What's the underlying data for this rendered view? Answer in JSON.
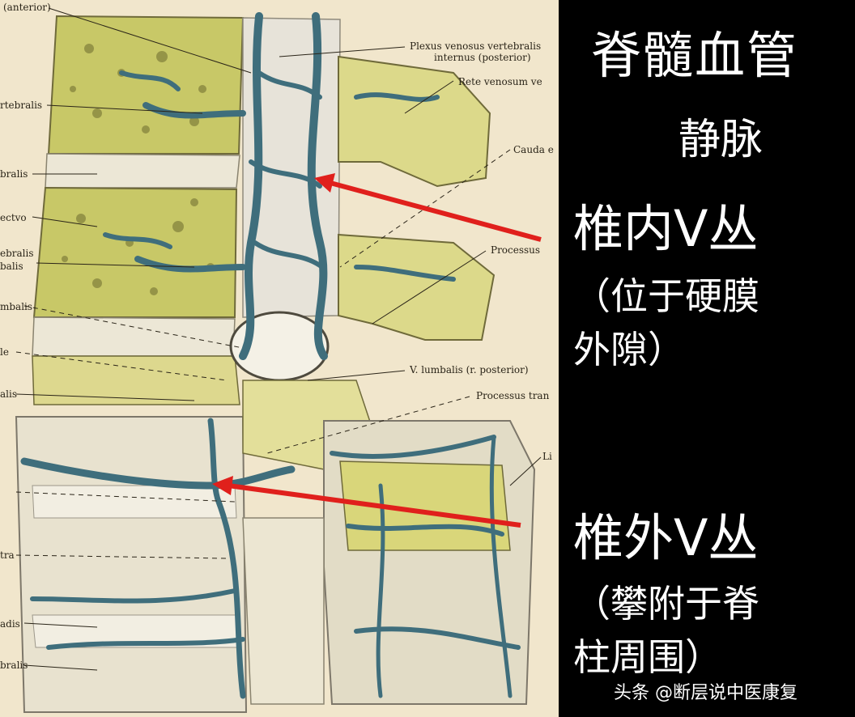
{
  "panel": {
    "title": "脊髓血管",
    "subtitle": "静脉",
    "internal": {
      "heading": "椎内V丛",
      "note_line1": "（位于硬膜",
      "note_line2": "外隙）"
    },
    "external": {
      "heading": "椎外V丛",
      "note_line1": "（攀附于脊",
      "note_line2": "柱周围）"
    }
  },
  "anatomy_labels": {
    "top_left": "(anterior)",
    "vertebralis": "rtebralis",
    "bralis_1": "bralis",
    "ectvo": "ectvo",
    "ebralis": "ebralis",
    "balis": "balis",
    "mbalis": "mbalis",
    "le": "le",
    "alis": "alis",
    "tra": "tra",
    "adis": "adis",
    "bralis_2": "bralis",
    "plexus_line1": "Plexus venosus vertebralis",
    "plexus_line2": "internus (posterior)",
    "rete": "Rete venosum ve",
    "cauda": "Cauda e",
    "processus": "Processus",
    "v_lumbalis": "V. lumbalis (r. posterior)",
    "processus_tran": "Processus tran",
    "li": "Li"
  },
  "watermark": "头条 @断层说中医康复",
  "colors": {
    "background": "#000000",
    "panel_text": "#ffffff",
    "arrow": "#e0201c",
    "vein": "#3f6e7c",
    "bone": "#d9d67a",
    "disc": "#ece7d6",
    "paper": "#f1e6cc"
  }
}
